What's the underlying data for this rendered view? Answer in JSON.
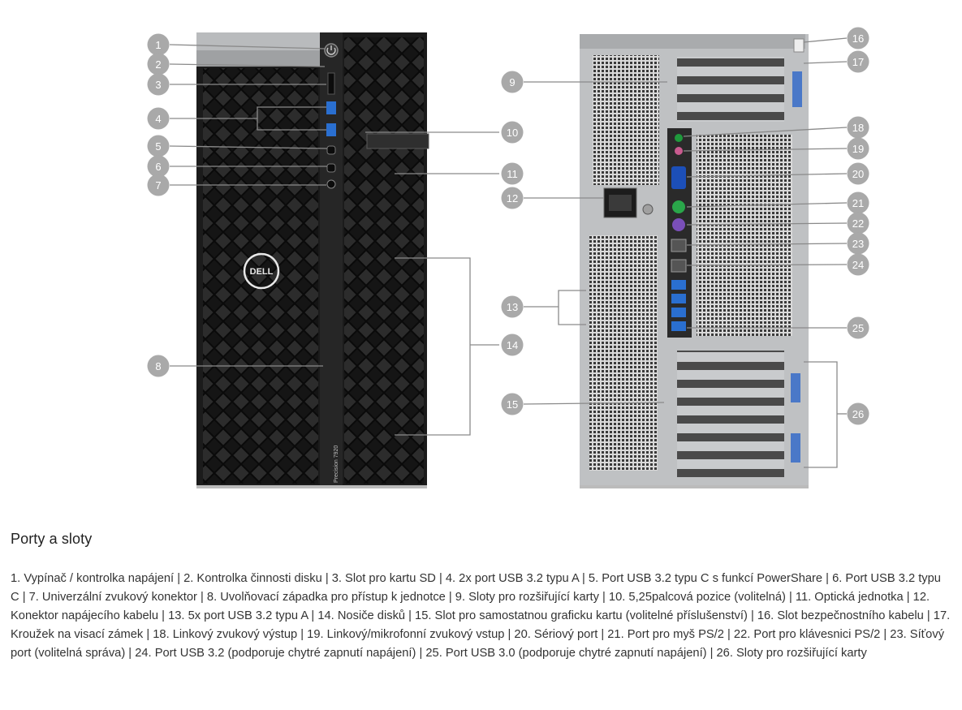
{
  "section": {
    "title": "Porty a sloty"
  },
  "front_model_label": "Precision 7920",
  "brand_logo": "DELL",
  "legend": "1. Vypínač / kontrolka napájení | 2. Kontrolka činnosti disku | 3. Slot pro kartu SD | 4. 2x port USB 3.2 typu A | 5. Port USB 3.2 typu C s funkcí PowerShare | 6. Port USB 3.2 typu C | 7. Univerzální zvukový konektor | 8. Uvolňovací západka pro přístup k jednotce | 9. Sloty pro rozšiřující karty | 10. 5,25palcová pozice (volitelná) | 11. Optická jednotka | 12. Konektor napájecího kabelu | 13. 5x port USB 3.2 typu A | 14. Nosiče disků | 15. Slot pro samostatnou graficku kartu (volitelné příslušenství) | 16. Slot bezpečnostního kabelu | 17. Kroužek na visací zámek | 18. Linkový zvukový výstup | 19. Linkový/mikrofonní zvukový vstup | 20. Sériový port | 21. Port pro myš PS/2 | 22. Port pro klávesnici PS/2 | 23. Síťový port (volitelná správa) | 24. Port USB 3.2 (podporuje chytré zapnutí napájení) | 25. Port USB 3.0 (podporuje chytré zapnutí napájení) | 26. Sloty pro rozšiřující karty",
  "callouts": [
    "1",
    "2",
    "3",
    "4",
    "5",
    "6",
    "7",
    "8",
    "9",
    "10",
    "11",
    "12",
    "13",
    "14",
    "15",
    "16",
    "17",
    "18",
    "19",
    "20",
    "21",
    "22",
    "23",
    "24",
    "25",
    "26"
  ],
  "colors": {
    "callout": "#a9a9a9",
    "chassis": "#1b1b1b",
    "rear_panel": "#bfc1c3",
    "leader": "#8a8a8a"
  }
}
